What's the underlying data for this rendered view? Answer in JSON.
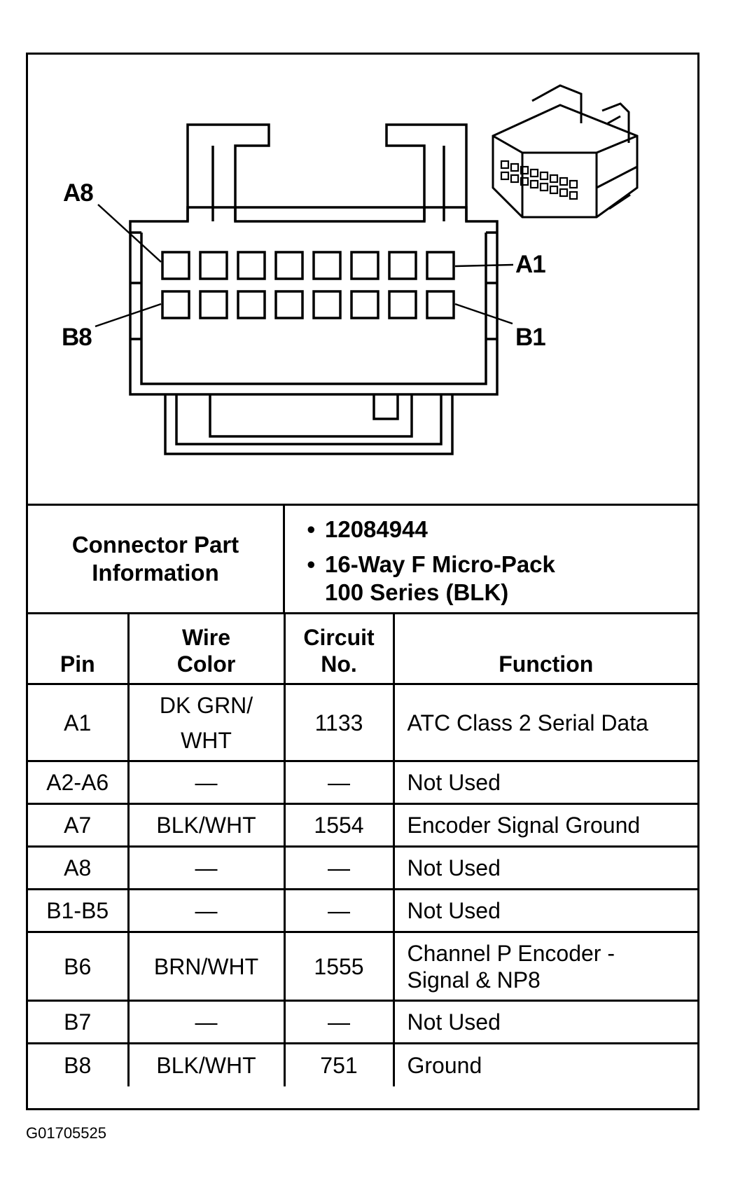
{
  "diagram": {
    "callouts": {
      "a8": "A8",
      "a1": "A1",
      "b8": "B8",
      "b1": "B1"
    }
  },
  "connector_info": {
    "label_line1": "Connector Part",
    "label_line2": "Information",
    "bullets": [
      {
        "text": "12084944"
      },
      {
        "line1": "16-Way F Micro-Pack",
        "line2": "100 Series (BLK)"
      }
    ]
  },
  "table": {
    "headers": {
      "pin": "Pin",
      "wire_color_line1": "Wire",
      "wire_color_line2": "Color",
      "circuit_line1": "Circuit",
      "circuit_line2": "No.",
      "function": "Function"
    },
    "rows": [
      {
        "pin": "A1",
        "wire_line1": "DK GRN/",
        "wire_line2": "WHT",
        "circuit": "1133",
        "function": "ATC Class 2 Serial Data"
      },
      {
        "pin": "A2-A6",
        "wire_line1": "—",
        "wire_line2": "",
        "circuit": "—",
        "function": "Not Used"
      },
      {
        "pin": "A7",
        "wire_line1": "BLK/WHT",
        "wire_line2": "",
        "circuit": "1554",
        "function": "Encoder Signal Ground"
      },
      {
        "pin": "A8",
        "wire_line1": "—",
        "wire_line2": "",
        "circuit": "—",
        "function": "Not Used"
      },
      {
        "pin": "B1-B5",
        "wire_line1": "—",
        "wire_line2": "",
        "circuit": "—",
        "function": "Not Used"
      },
      {
        "pin": "B6",
        "wire_line1": "BRN/WHT",
        "wire_line2": "",
        "circuit": "1555",
        "function": "Channel P Encoder - Signal & NP8"
      },
      {
        "pin": "B7",
        "wire_line1": "—",
        "wire_line2": "",
        "circuit": "—",
        "function": "Not Used"
      },
      {
        "pin": "B8",
        "wire_line1": "BLK/WHT",
        "wire_line2": "",
        "circuit": "751",
        "function": "Ground"
      }
    ]
  },
  "footer": {
    "figure_id": "G01705525"
  }
}
